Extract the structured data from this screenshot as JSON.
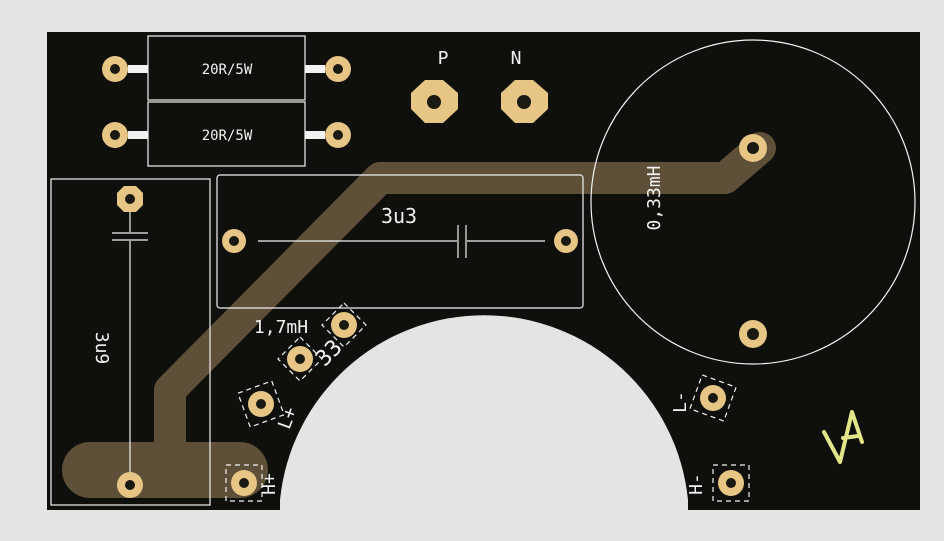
{
  "board": {
    "colors": {
      "background": "#e4e4e4",
      "board": "#0f100b",
      "copper": "#5d4f38",
      "pad": "#e6c585",
      "silkscreen": "#f2f2f2",
      "logo": "#e3e589"
    }
  },
  "components": {
    "resistor_1": {
      "value": "20R/5W"
    },
    "resistor_2": {
      "value": "20R/5W"
    },
    "terminal_p": {
      "label": "P"
    },
    "terminal_n": {
      "label": "N"
    },
    "capacitor_vertical": {
      "value": "3u9"
    },
    "capacitor_horizontal": {
      "value": "3u3"
    },
    "inductor_large": {
      "value": "0,33mH"
    },
    "inductor_small": {
      "value": "1,7mH"
    },
    "inductor_small_marks": {
      "value": "33"
    },
    "pad_l_plus": {
      "label": "L+"
    },
    "pad_h_plus": {
      "label": "H+"
    },
    "pad_l_minus": {
      "label": "L-"
    },
    "pad_h_minus": {
      "label": "H-"
    }
  },
  "logo": {
    "icon": "va-logo-icon"
  }
}
